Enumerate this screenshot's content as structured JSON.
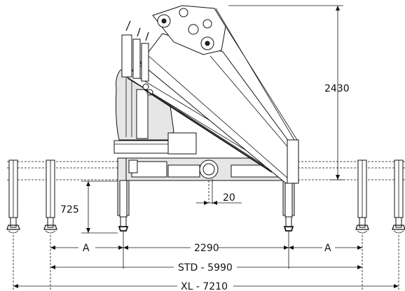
{
  "dimensions": {
    "height_total": "2430",
    "offset": "20",
    "leg_height": "725",
    "a_left": "A",
    "inner_span": "2290",
    "a_right": "A",
    "std_span": "STD - 5990",
    "xl_span": "XL - 7210"
  }
}
